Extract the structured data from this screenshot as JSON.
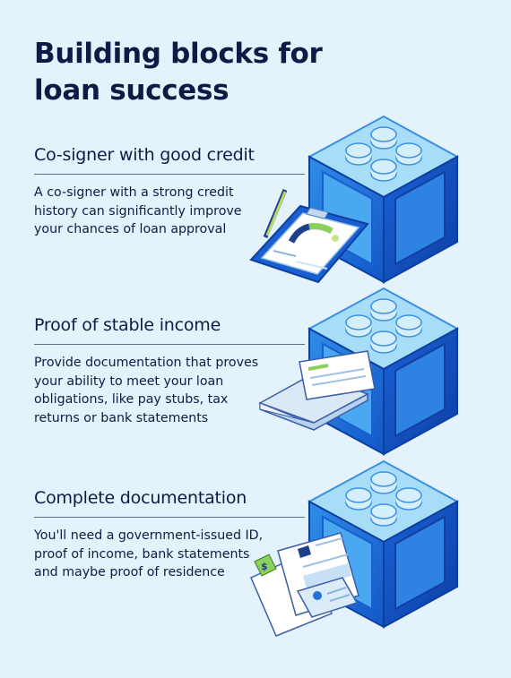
{
  "title": "Building blocks for loan success",
  "sections": [
    {
      "heading": "Co-signer with good credit",
      "body": "A co-signer with a strong credit history can significantly improve your chances of loan approval"
    },
    {
      "heading": "Proof of stable income",
      "body": "Provide documentation that proves your ability to meet your loan obligations, like pay stubs, tax returns or bank statements"
    },
    {
      "heading": "Complete documentation",
      "body": "You'll need a government-issued ID, proof of income, bank statements and maybe proof of residence"
    }
  ],
  "icons": [
    "building-block-icon",
    "clipboard-credit-icon",
    "envelope-document-icon",
    "id-documents-icon",
    "dollar-icon"
  ],
  "colors": {
    "background": "#e4f2fc",
    "text": "#0f1b45",
    "block_top": "#9fd8f6",
    "block_side": "#1f74dd",
    "block_face": "#3fa2ef",
    "accent_green": "#8bd05b"
  }
}
